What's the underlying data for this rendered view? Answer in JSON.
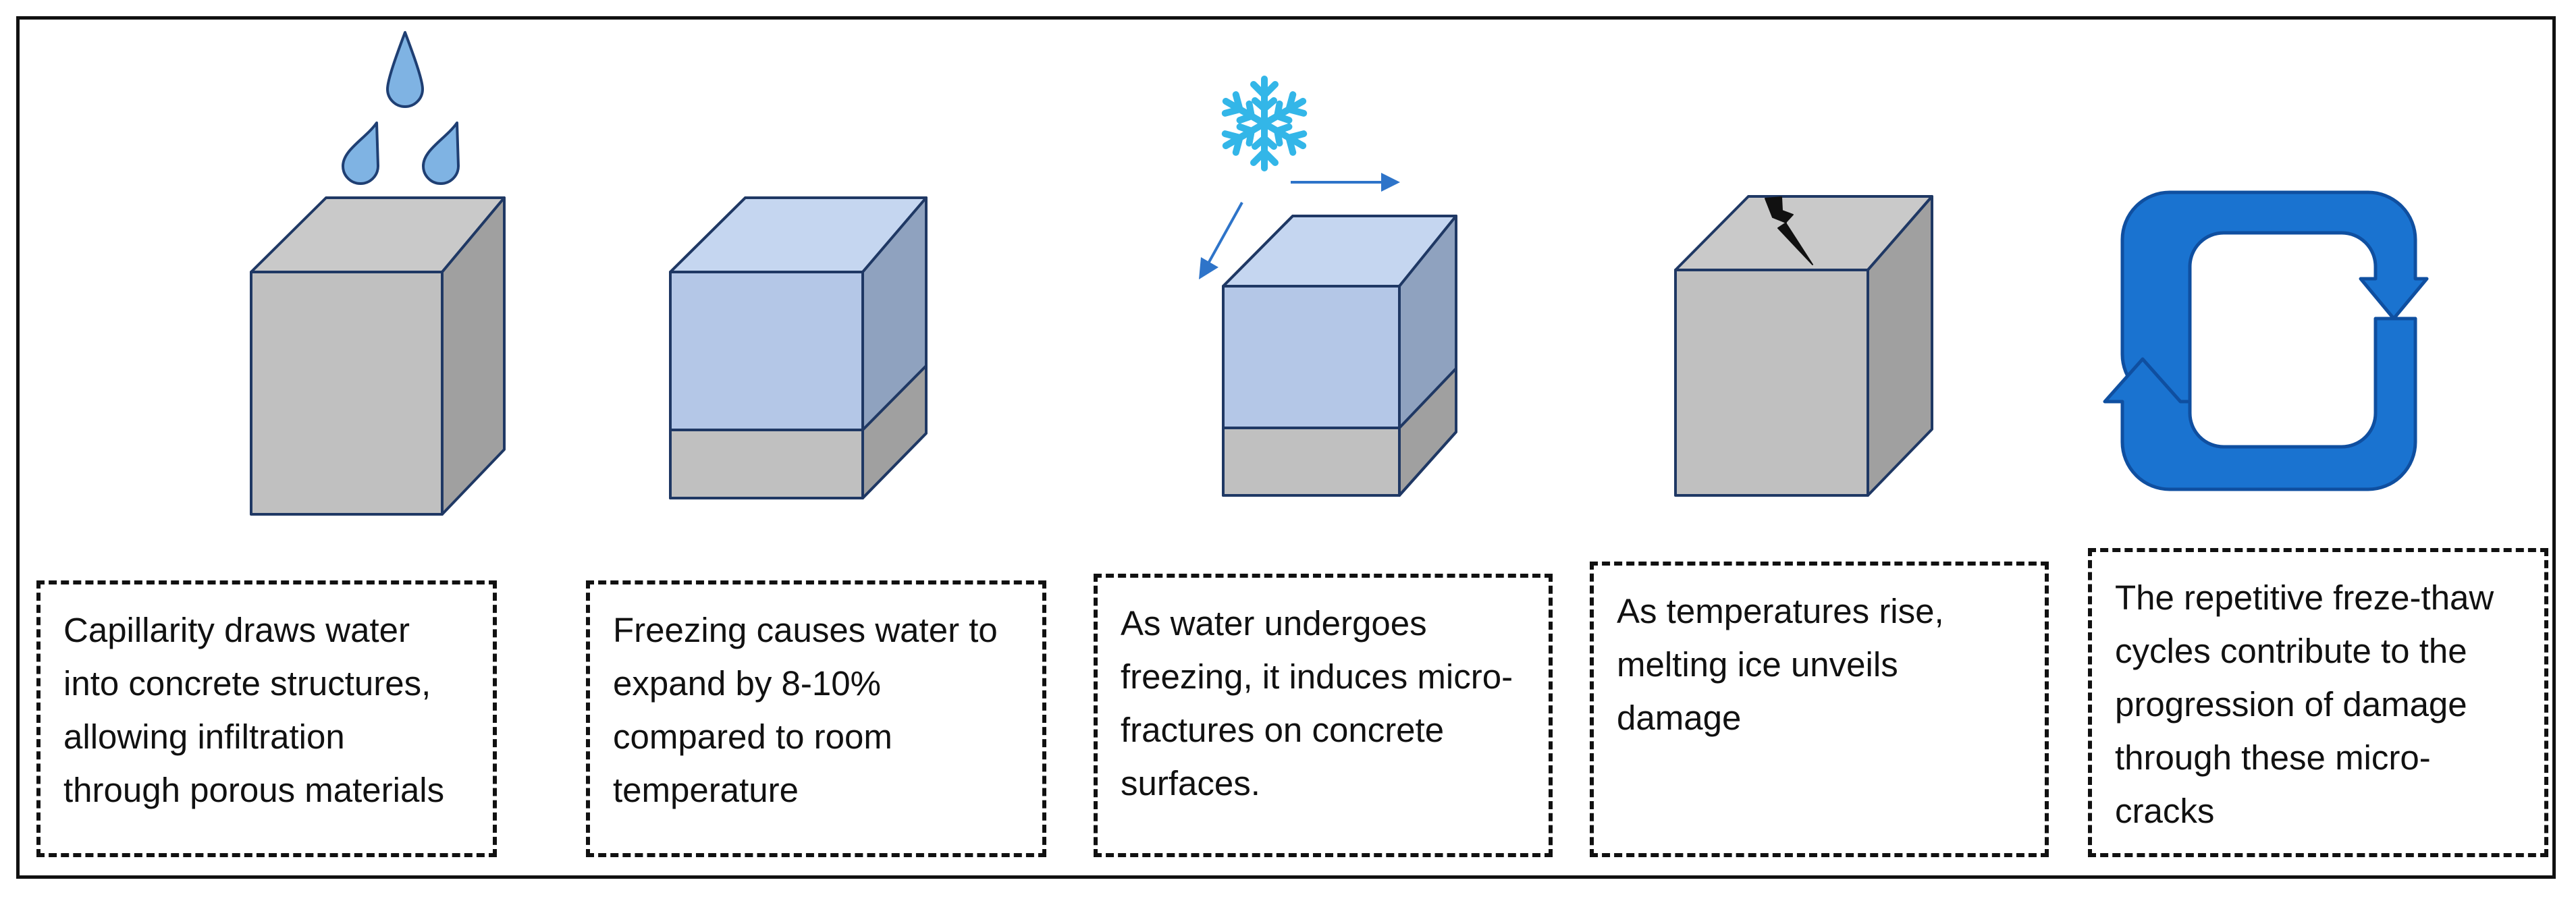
{
  "colors": {
    "frame": "#111111",
    "drop_fill": "#7fb3e3",
    "drop_stroke": "#1f3f73",
    "cube_front_gray": "#c0c0c0",
    "cube_top_gray": "#c9c9c9",
    "cube_side_gray": "#a0a0a0",
    "cube_front_blue": "#b4c7e7",
    "cube_top_blue": "#c5d6f0",
    "cube_side_blue": "#8fa2bf",
    "cube_edge": "#1f3864",
    "snowflake": "#33b6e8",
    "arrow_blue": "#2e74c9",
    "lightning": "#111111",
    "cycle_blue": "#1a73d0",
    "cycle_stroke": "#0f4fa0"
  },
  "icons": [
    "water-drop-icon",
    "snowflake-icon",
    "lightning-crack-icon",
    "cycle-arrows-icon"
  ],
  "steps": [
    {
      "text": "Capillarity draws water\ninto concrete structures,\nallowing infiltration\nthrough porous materials"
    },
    {
      "text": "Freezing causes water to\nexpand by 8-10%\ncompared to room\ntemperature"
    },
    {
      "text": "As water undergoes\nfreezing, it induces micro-\nfractures on concrete\nsurfaces."
    },
    {
      "text": "As temperatures rise,\nmelting ice unveils\ndamage"
    },
    {
      "text": "The repetitive freze-thaw\ncycles contribute to the\nprogression of damage\nthrough these micro-\ncracks"
    }
  ]
}
